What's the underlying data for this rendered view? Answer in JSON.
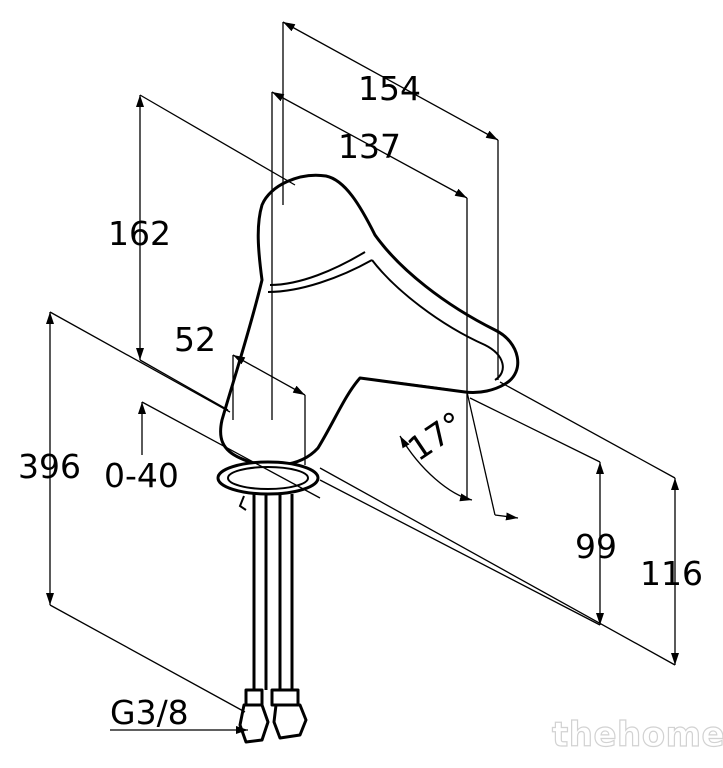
{
  "dimensions": {
    "width_total": "154",
    "width_spout": "137",
    "height_body": "162",
    "base_diameter": "52",
    "total_height": "396",
    "deck_thickness": "0-40",
    "spout_angle": "17°",
    "spout_height": "99",
    "overall_height": "116",
    "connection_thread": "G3/8"
  },
  "watermark": "thehome"
}
